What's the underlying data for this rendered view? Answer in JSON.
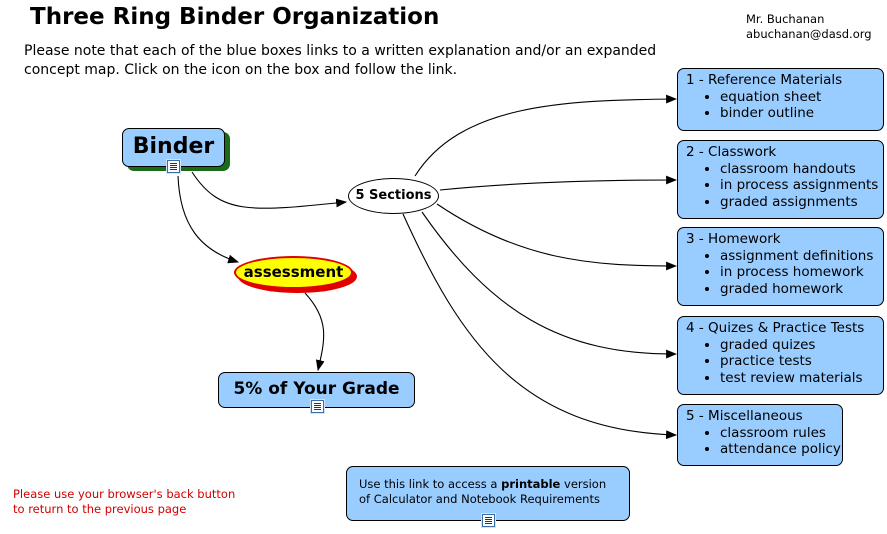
{
  "header": {
    "title": "Three Ring Binder Organization",
    "author_name": "Mr. Buchanan",
    "author_email": "abuchanan@dasd.org"
  },
  "note": "Please note that each of the blue boxes links to a written explanation and/or an expanded concept map. Click on the icon on the box and follow the link.",
  "nodes": {
    "binder": "Binder",
    "sections": "5 Sections",
    "assessment": "assessment",
    "grade": "5% of Your Grade"
  },
  "sections": [
    {
      "title": "1 - Reference Materials",
      "items": [
        "equation sheet",
        "binder outline"
      ]
    },
    {
      "title": "2 - Classwork",
      "items": [
        "classroom handouts",
        "in process assignments",
        "graded assignments"
      ]
    },
    {
      "title": "3 - Homework",
      "items": [
        "assignment definitions",
        "in process homework",
        "graded homework"
      ]
    },
    {
      "title": "4 - Quizes & Practice Tests",
      "items": [
        "graded quizes",
        "practice tests",
        "test review materials"
      ]
    },
    {
      "title": "5 - Miscellaneous",
      "items": [
        "classroom rules",
        "attendance policy"
      ]
    }
  ],
  "link_box": {
    "before": "Use this link to access a ",
    "bold": "printable",
    "after": " version",
    "line2": "of Calculator and Notebook Requirements"
  },
  "back_note": {
    "line1": "Please use your browser's back button",
    "line2": "to return to the previous page"
  },
  "colors": {
    "box_fill": "#99ccff",
    "binder_shadow": "#1a6b1a",
    "assessment_fill": "#ffff00",
    "assessment_border": "#e00000",
    "back_note": "#d00000"
  },
  "icons": [
    "document-link-icon"
  ]
}
